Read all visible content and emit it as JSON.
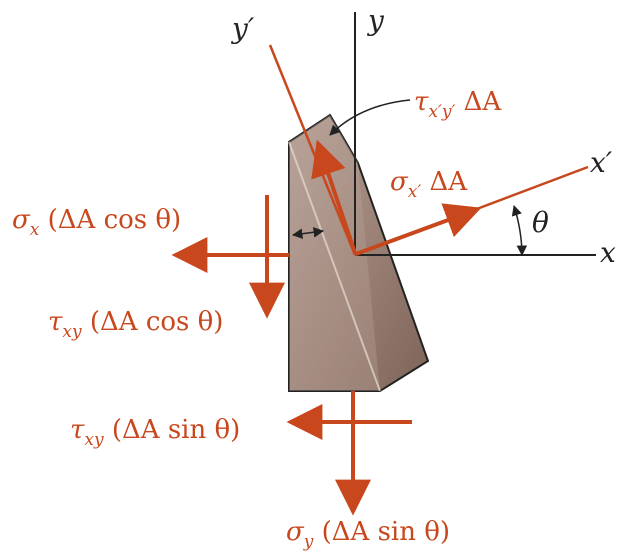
{
  "colors": {
    "force": "#c8471c",
    "axis": "#222222",
    "label_orange": "#c8471c",
    "label_dark": "#222222",
    "wedge_light": "#b8a398",
    "wedge_dark": "#7e6458"
  },
  "axes": {
    "x": "x",
    "y": "y",
    "x_prime": "x′",
    "y_prime": "y′",
    "theta": "θ"
  },
  "labels": {
    "tau_xpyp": {
      "sym": "τ",
      "sub": "x′y′",
      "rest": " ΔA"
    },
    "sigma_xp": {
      "sym": "σ",
      "sub": "x′",
      "rest": " ΔA"
    },
    "sigma_x": {
      "sym": "σ",
      "sub": "x",
      "rest": " (ΔA cos θ)"
    },
    "tau_xy_cos": {
      "sym": "τ",
      "sub": "xy",
      "rest": " (ΔA cos θ)"
    },
    "tau_xy_sin": {
      "sym": "τ",
      "sub": "xy",
      "rest": " (ΔA sin θ)"
    },
    "sigma_y": {
      "sym": "σ",
      "sub": "y",
      "rest": " (ΔA sin θ)"
    }
  }
}
